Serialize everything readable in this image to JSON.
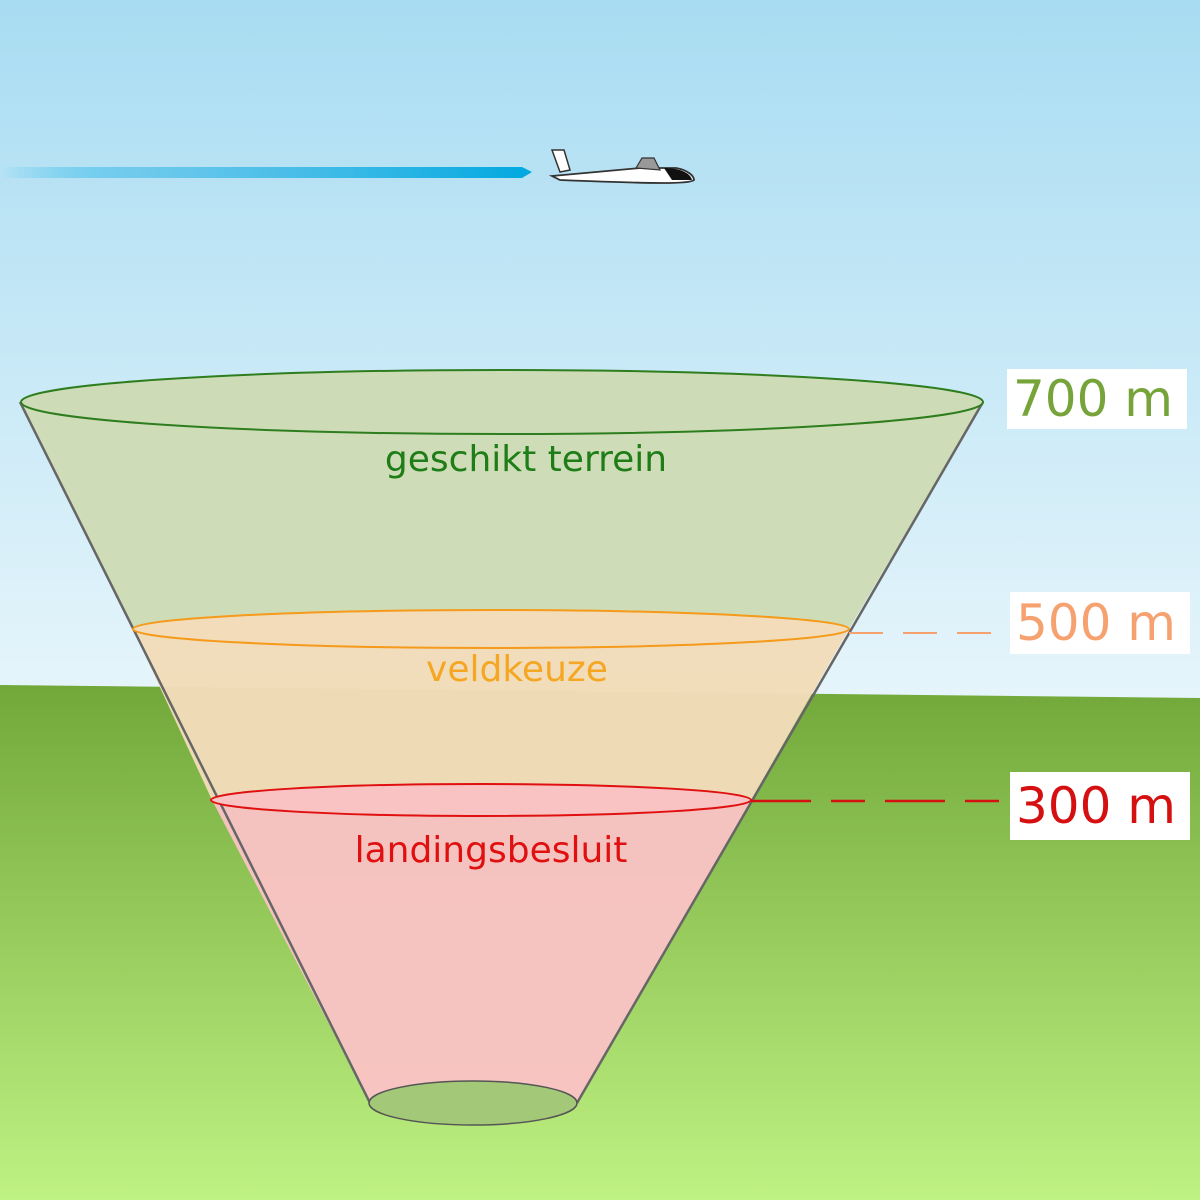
{
  "colors": {
    "sky_top": "#a8dcf2",
    "sky_bottom": "#e6f5fb",
    "ground_top": "#72a83a",
    "ground_bottom": "#bff283",
    "green_label": "#1f7d18",
    "orange_label": "#f5a623",
    "red_label": "#e01010",
    "alt_700": "#76a43a",
    "alt_500": "#f6a270",
    "alt_300": "#d41010",
    "zone_green_fill": "#cddcb6",
    "zone_orange_fill": "#f2dcb9",
    "zone_red_fill": "#f9c3c3",
    "trail": "#00b0e6"
  },
  "zones": [
    {
      "label": "geschikt terrein",
      "altitude": "700 m"
    },
    {
      "label": "veldkeuze",
      "altitude": "500 m"
    },
    {
      "label": "landingsbesluit",
      "altitude": "300 m"
    }
  ]
}
